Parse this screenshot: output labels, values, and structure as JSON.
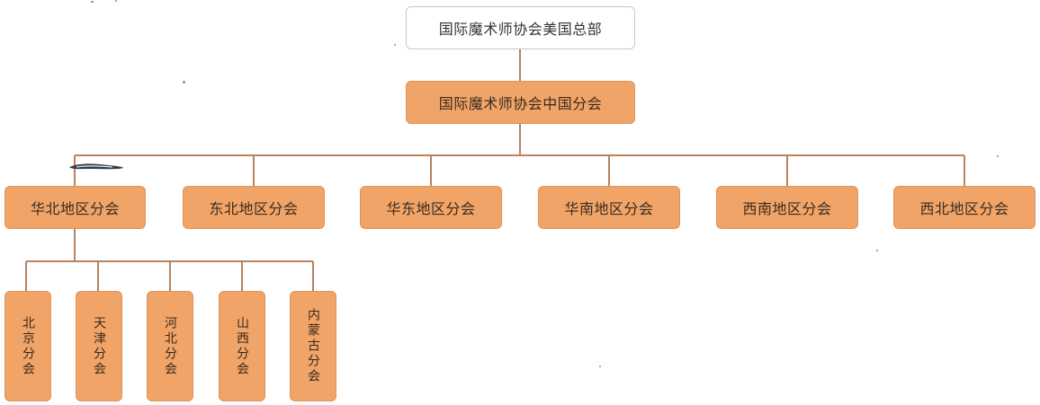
{
  "root": {
    "label": "国际魔术师协会美国总部"
  },
  "china": {
    "label": "国际魔术师协会中国分会"
  },
  "regions": [
    {
      "label": "华北地区分会"
    },
    {
      "label": "东北地区分会"
    },
    {
      "label": "华东地区分会"
    },
    {
      "label": "华南地区分会"
    },
    {
      "label": "西南地区分会"
    },
    {
      "label": "西北地区分会"
    }
  ],
  "north_china_branches": [
    {
      "label": "北京分会"
    },
    {
      "label": "天津分会"
    },
    {
      "label": "河北分会"
    },
    {
      "label": "山西分会"
    },
    {
      "label": "内蒙古分会"
    }
  ],
  "colors": {
    "node_fill": "#f0a467",
    "node_border": "#e0935a",
    "connector": "#b7835f",
    "root_fill": "#ffffff"
  }
}
